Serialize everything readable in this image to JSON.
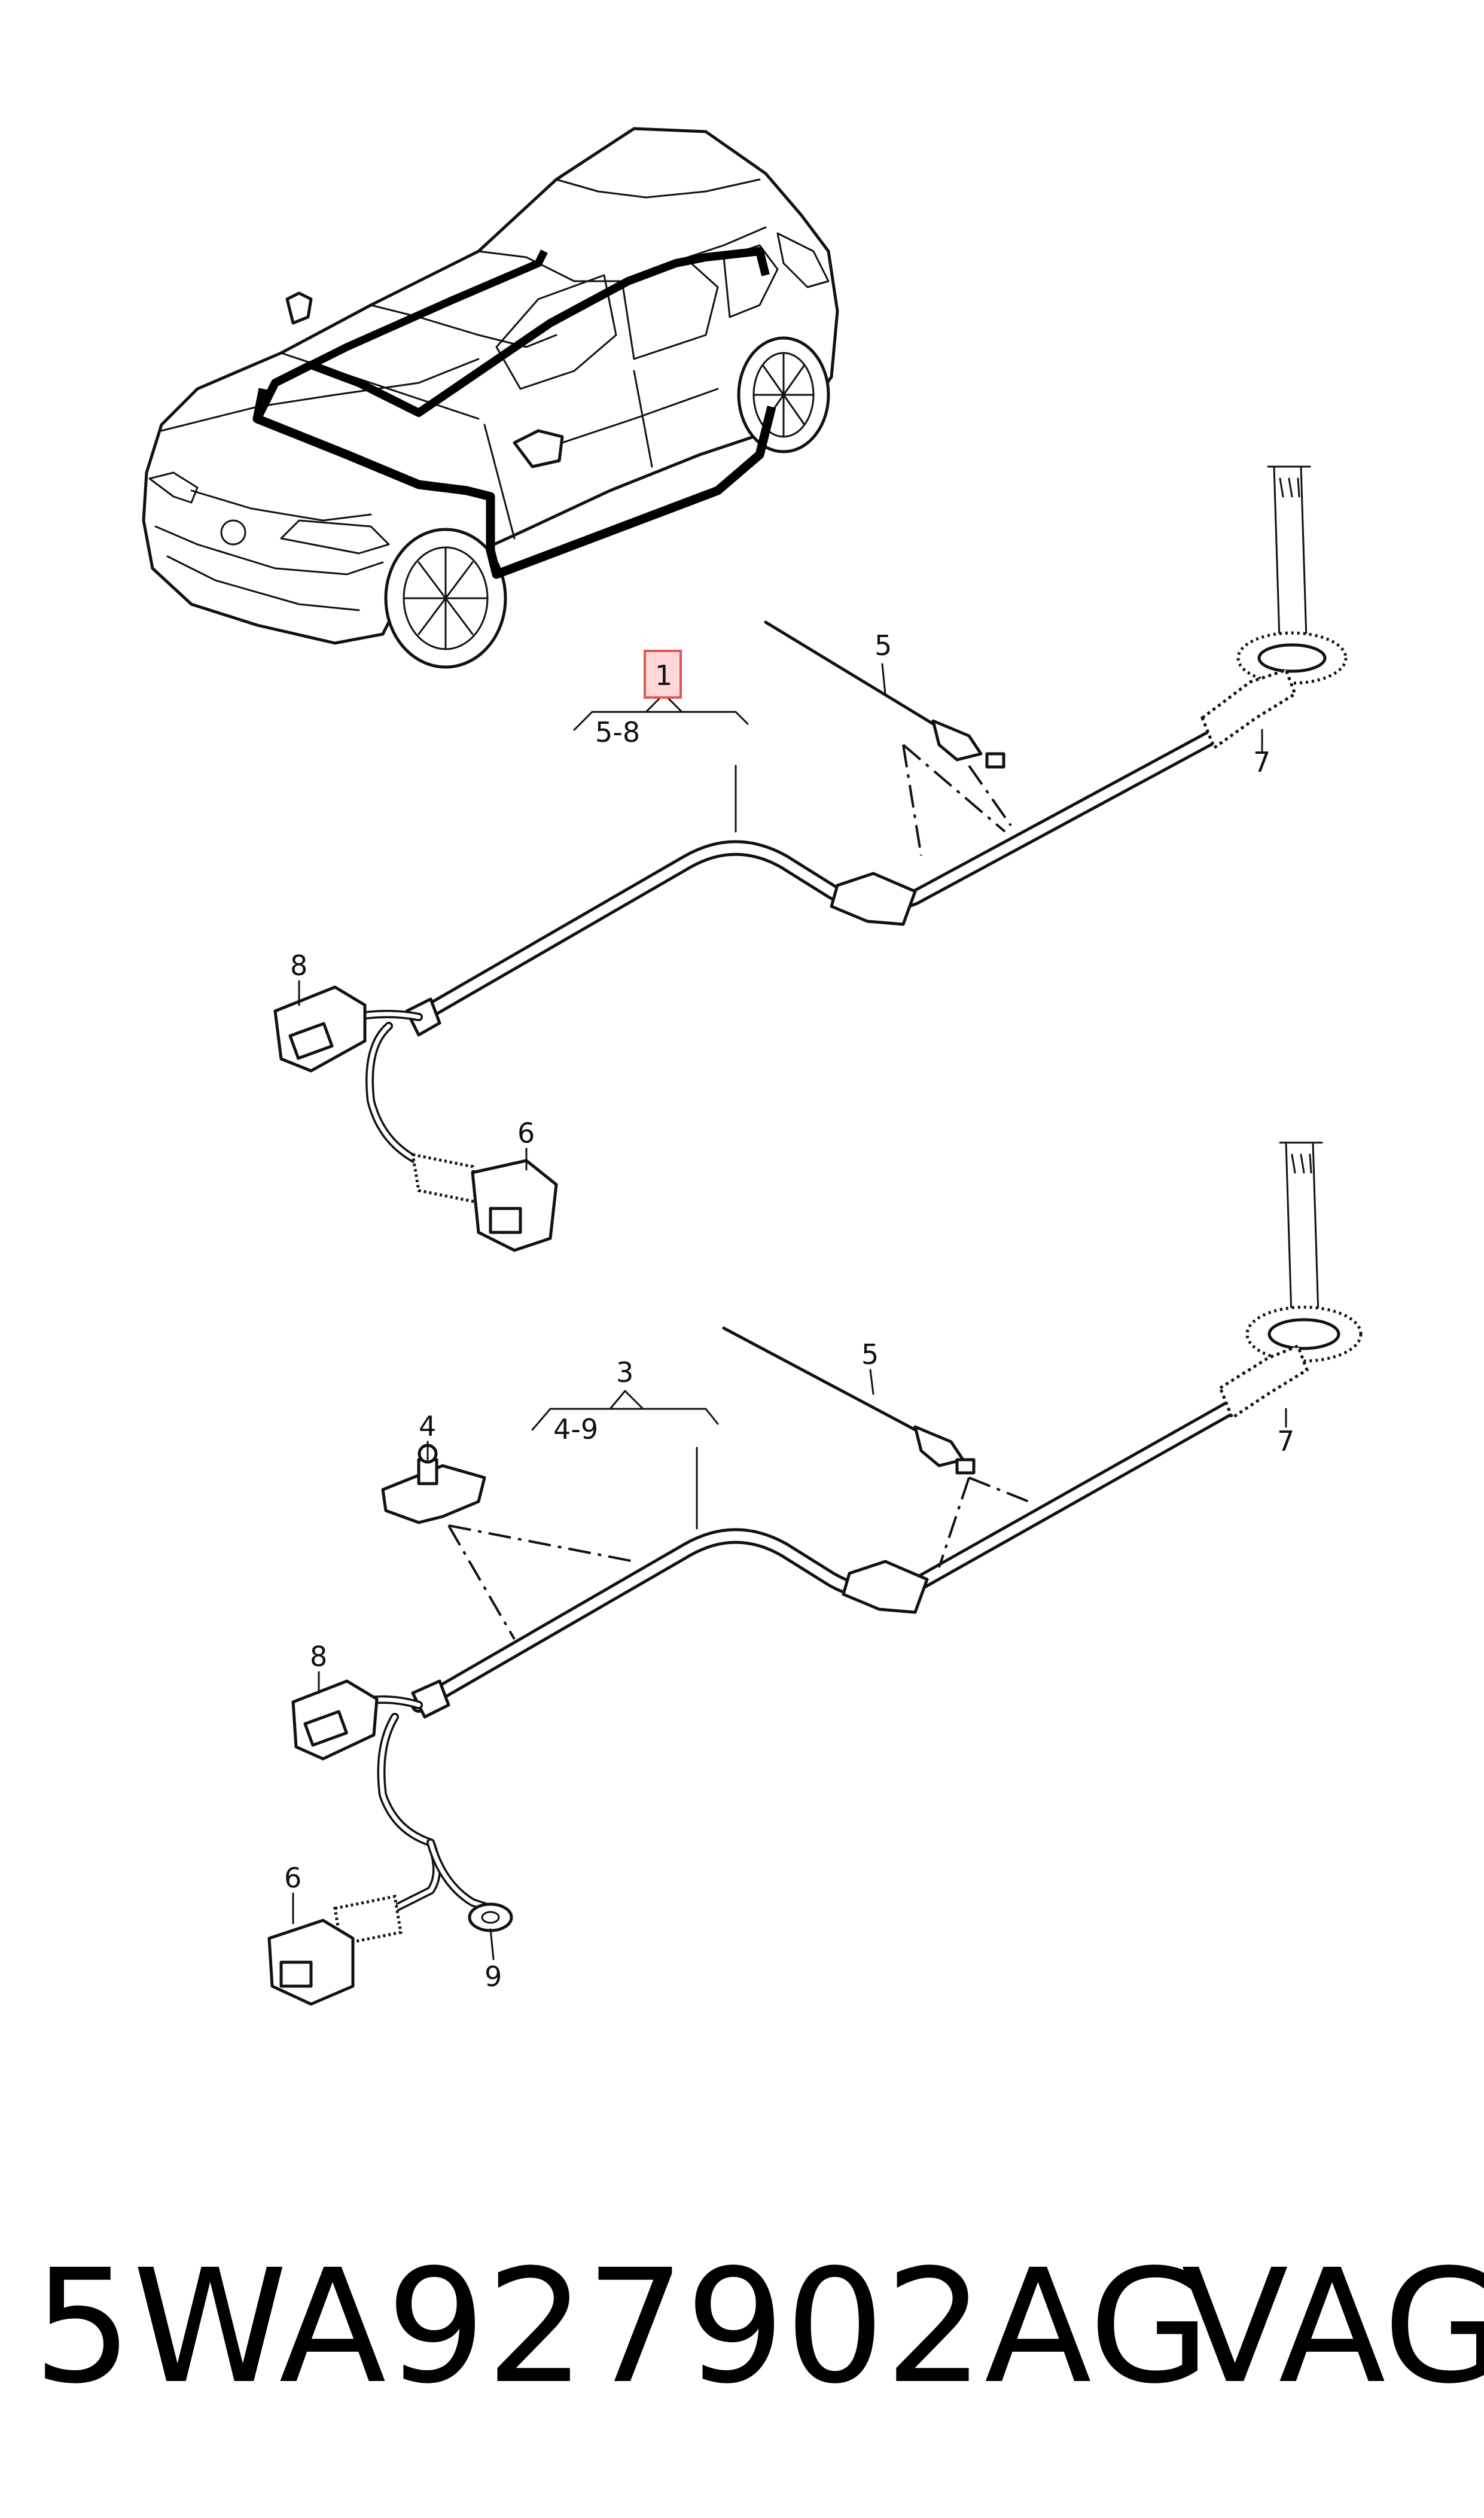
{
  "diagram": {
    "upper_assembly": {
      "callouts": {
        "main": "1",
        "range": "5-8",
        "clip": "5",
        "grommet": "7",
        "connector_a": "8",
        "connector_b": "6"
      }
    },
    "lower_assembly": {
      "callouts": {
        "main": "3",
        "range": "4-9",
        "clip": "5",
        "grommet": "7",
        "bracket": "4",
        "connector_a": "8",
        "connector_b": "6",
        "ground_terminal": "9"
      }
    },
    "highlight_color": "#e05555"
  },
  "caption": {
    "part_number": "5WA927902AG",
    "vendor": "VAG"
  }
}
